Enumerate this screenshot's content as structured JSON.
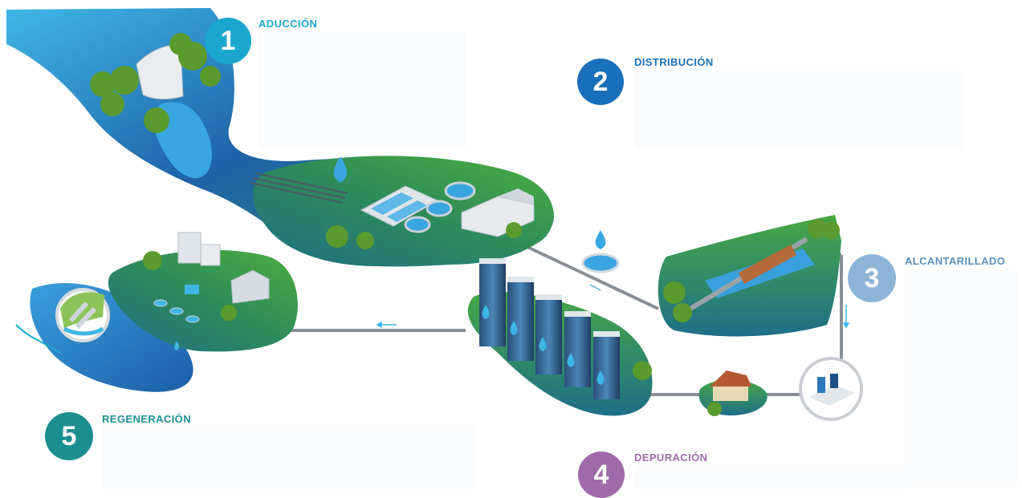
{
  "steps": [
    {
      "number": "1",
      "title": "ADUCCIÓN",
      "color": "#1aa6cf"
    },
    {
      "number": "2",
      "title": "DISTRIBUCIÓN",
      "color": "#1a6fba"
    },
    {
      "number": "3",
      "title": "ALCANTARILLADO",
      "color": "#8cb4d6",
      "title_color": "#5b8fbd"
    },
    {
      "number": "4",
      "title": "DEPURACIÓN",
      "color": "#a06aaa"
    },
    {
      "number": "5",
      "title": "REGENERACIÓN",
      "color": "#1b8f8f"
    }
  ],
  "palette": {
    "water_dark": "#1f62a8",
    "water_light": "#3fb6e6",
    "land_green": "#3f9c45",
    "land_teal": "#1f7f7a",
    "pipe": "#8a8f96"
  }
}
